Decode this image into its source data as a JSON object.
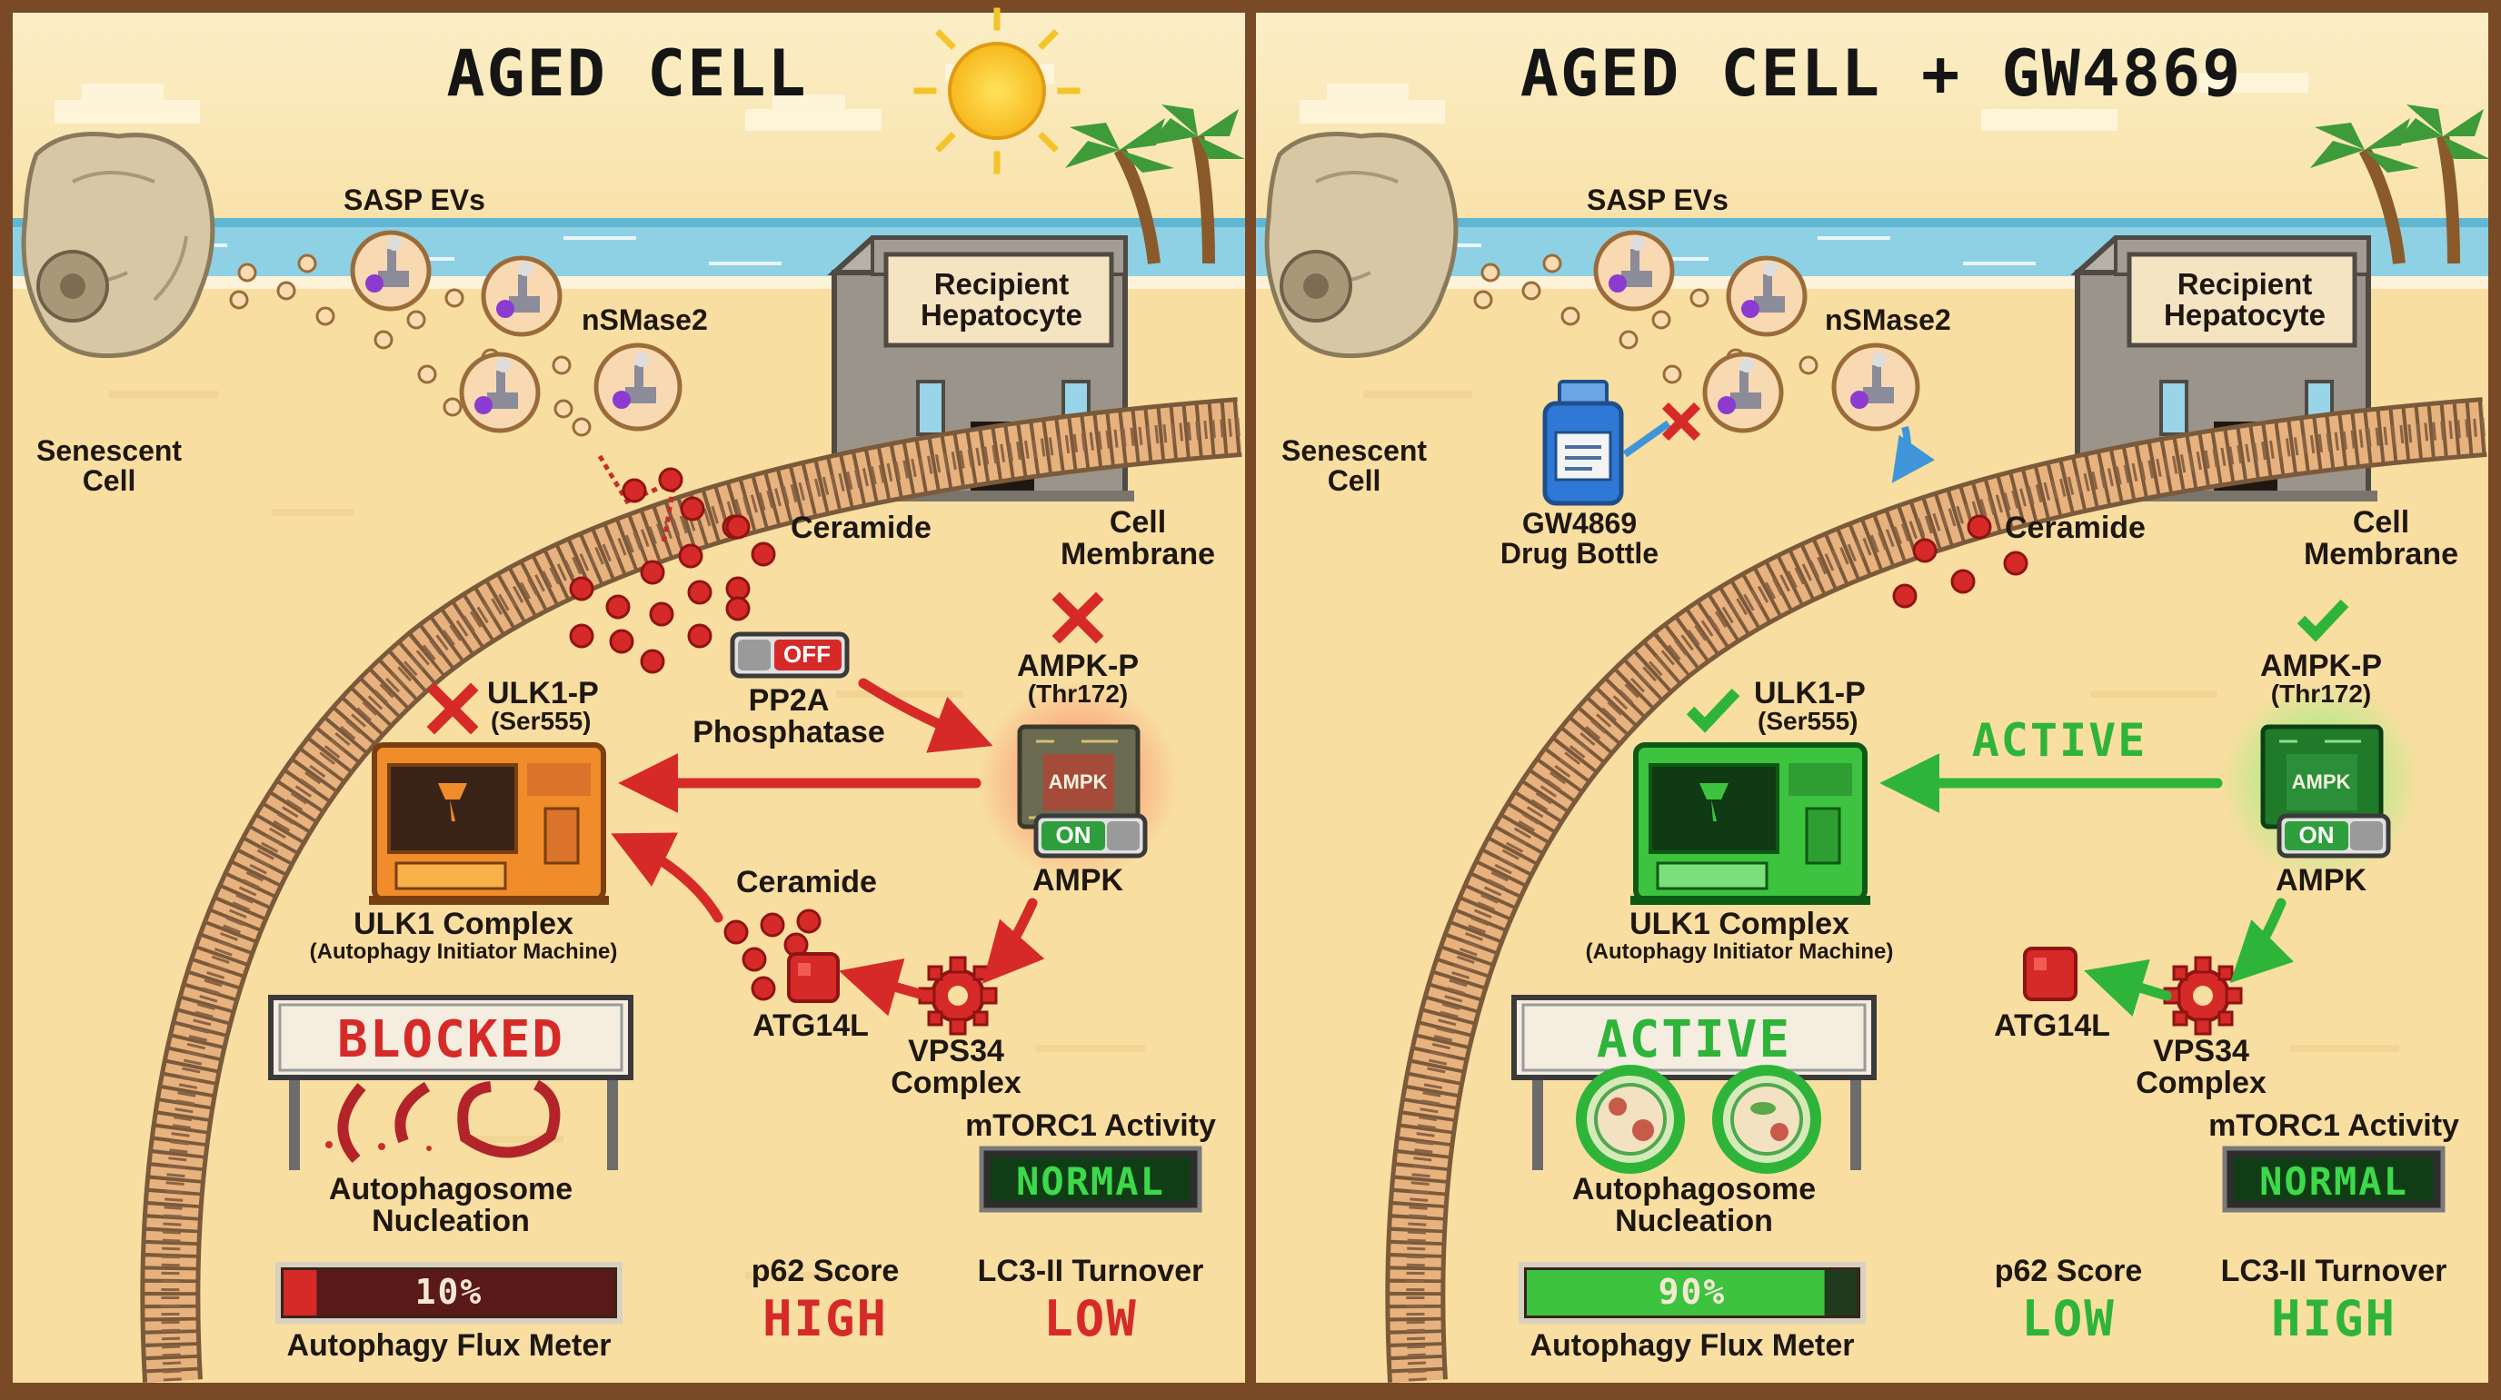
{
  "colors": {
    "red": "#d62a28",
    "green": "#2fb43a",
    "orange": "#ef8a25",
    "sand": "#f6dfa4",
    "sky": "#fbe9bb",
    "sea": "#8ed1e4",
    "frame": "#7a4a26",
    "text": "#1e1712"
  },
  "left": {
    "title": "AGED CELL",
    "senescent_cell": "Senescent\nCell",
    "sasp_evs": "SASP EVs",
    "nsmase2": "nSMase2",
    "hepatocyte": "Recipient\nHepatocyte",
    "ceramide_top": "Ceramide",
    "cell_membrane": "Cell\nMembrane",
    "pp2a_toggle": "OFF",
    "pp2a": "PP2A\nPhosphatase",
    "ampk_p": "AMPK-P",
    "ampk_p_site": "(Thr172)",
    "ampk_p_status": "x-mark-icon",
    "ampk_chip": "AMPK",
    "ampk_toggle": "ON",
    "ampk": "AMPK",
    "ulk1_p": "ULK1-P",
    "ulk1_p_site": "(Ser555)",
    "ulk1_p_status": "x-mark-icon",
    "ulk1_complex": "ULK1 Complex",
    "ulk1_sub": "(Autophagy Initiator Machine)",
    "ceramide_mid": "Ceramide",
    "atg14l": "ATG14L",
    "vps34": "VPS34\nComplex",
    "mtorc1_label": "mTORC1 Activity",
    "mtorc1_value": "NORMAL",
    "sign": "BLOCKED",
    "nucleation": "Autophagosome\nNucleation",
    "flux_value": "10%",
    "flux_fraction": 0.1,
    "flux_label": "Autophagy Flux Meter",
    "p62_label": "p62 Score",
    "p62_value": "HIGH",
    "lc3_label": "LC3-II Turnover",
    "lc3_value": "LOW"
  },
  "right": {
    "title": "AGED CELL + GW4869",
    "senescent_cell": "Senescent\nCell",
    "sasp_evs": "SASP EVs",
    "nsmase2": "nSMase2",
    "hepatocyte": "Recipient\nHepatocyte",
    "drug": "GW4869\nDrug Bottle",
    "ceramide_top": "Ceramide",
    "cell_membrane": "Cell\nMembrane",
    "ampk_p": "AMPK-P",
    "ampk_p_site": "(Thr172)",
    "ampk_p_status": "check-mark-icon",
    "ampk_chip": "AMPK",
    "ampk_toggle": "ON",
    "ampk": "AMPK",
    "arrow_label": "ACTIVE",
    "ulk1_p": "ULK1-P",
    "ulk1_p_site": "(Ser555)",
    "ulk1_p_status": "check-mark-icon",
    "ulk1_complex": "ULK1 Complex",
    "ulk1_sub": "(Autophagy Initiator Machine)",
    "atg14l": "ATG14L",
    "vps34": "VPS34\nComplex",
    "mtorc1_label": "mTORC1 Activity",
    "mtorc1_value": "NORMAL",
    "sign": "ACTIVE",
    "nucleation": "Autophagosome\nNucleation",
    "flux_value": "90%",
    "flux_fraction": 0.9,
    "flux_label": "Autophagy Flux Meter",
    "p62_label": "p62 Score",
    "p62_value": "LOW",
    "lc3_label": "LC3-II Turnover",
    "lc3_value": "HIGH"
  }
}
